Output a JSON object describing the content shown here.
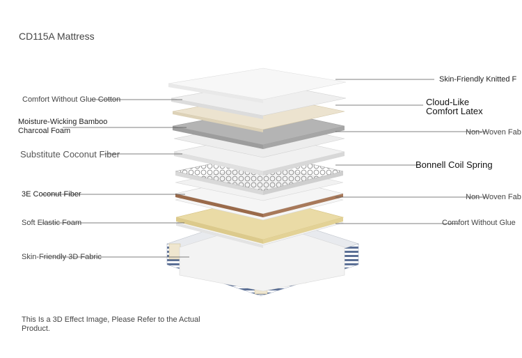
{
  "title": "CD115A Mattress",
  "note": "This Is a 3D Effect Image, Please Refer to the Actual Product.",
  "left_labels": [
    {
      "id": "comfort-without-glue-cotton",
      "text": "Comfort Without Glue Cotton"
    },
    {
      "id": "bamboo-charcoal-foam",
      "line1": "Moisture-Wicking Bamboo",
      "line2": "Charcoal Foam"
    },
    {
      "id": "substitute-coconut-fiber",
      "text": "Substitute Coconut Fiber"
    },
    {
      "id": "3e-coconut-fiber",
      "text": "3E Coconut Fiber"
    },
    {
      "id": "soft-elastic-foam",
      "text": "Soft Elastic Foam"
    },
    {
      "id": "skin-friendly-3d-fabric",
      "text": "Skin-Friendly 3D Fabric"
    }
  ],
  "right_labels": [
    {
      "id": "skin-friendly-knitted",
      "text": "Skin-Friendly Knitted F"
    },
    {
      "id": "cloud-like-comfort-latex",
      "line1": "Cloud-Like",
      "line2": "Comfort Latex"
    },
    {
      "id": "non-woven-fabric-1",
      "text": "Non-Woven Fab"
    },
    {
      "id": "bonnell-coil-spring",
      "text": "Bonnell Coil Spring"
    },
    {
      "id": "non-woven-fabric-2",
      "text": "Non-Woven Fab"
    },
    {
      "id": "comfort-without-glue",
      "text": "Comfort Without Glue"
    }
  ],
  "colors": {
    "line": "#555555",
    "latex": "#ece3cf",
    "charcoal": "#a6a6a6",
    "coconut": "#9a6a4a",
    "elastic_foam": "#eadba6",
    "stripe_blue": "#5b6f95"
  }
}
